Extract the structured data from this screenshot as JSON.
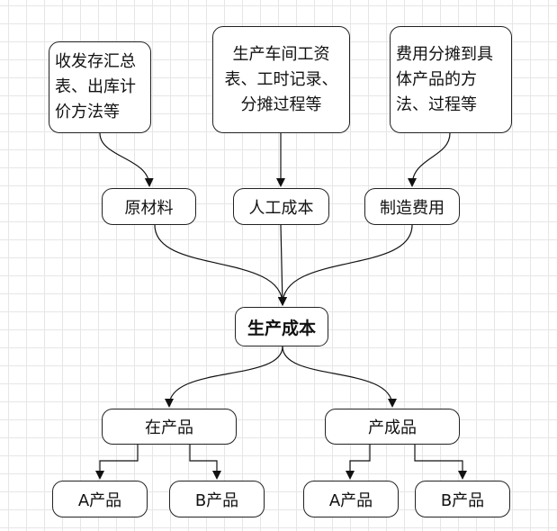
{
  "notes": {
    "inventory": "收发存汇总\n表、出库计\n价方法等",
    "labor": "生产车间工资\n表、工时记录、\n分摊过程等",
    "allocation": "费用分摊到具\n体产品的方\n法、过程等"
  },
  "costs": {
    "material": "原材料",
    "labor": "人工成本",
    "overhead": "制造费用"
  },
  "center": "生产成本",
  "outputs": {
    "wip": "在产品",
    "finished": "产成品"
  },
  "products": {
    "wip_a": "A产品",
    "wip_b": "B产品",
    "fin_a": "A产品",
    "fin_b": "B产品"
  }
}
